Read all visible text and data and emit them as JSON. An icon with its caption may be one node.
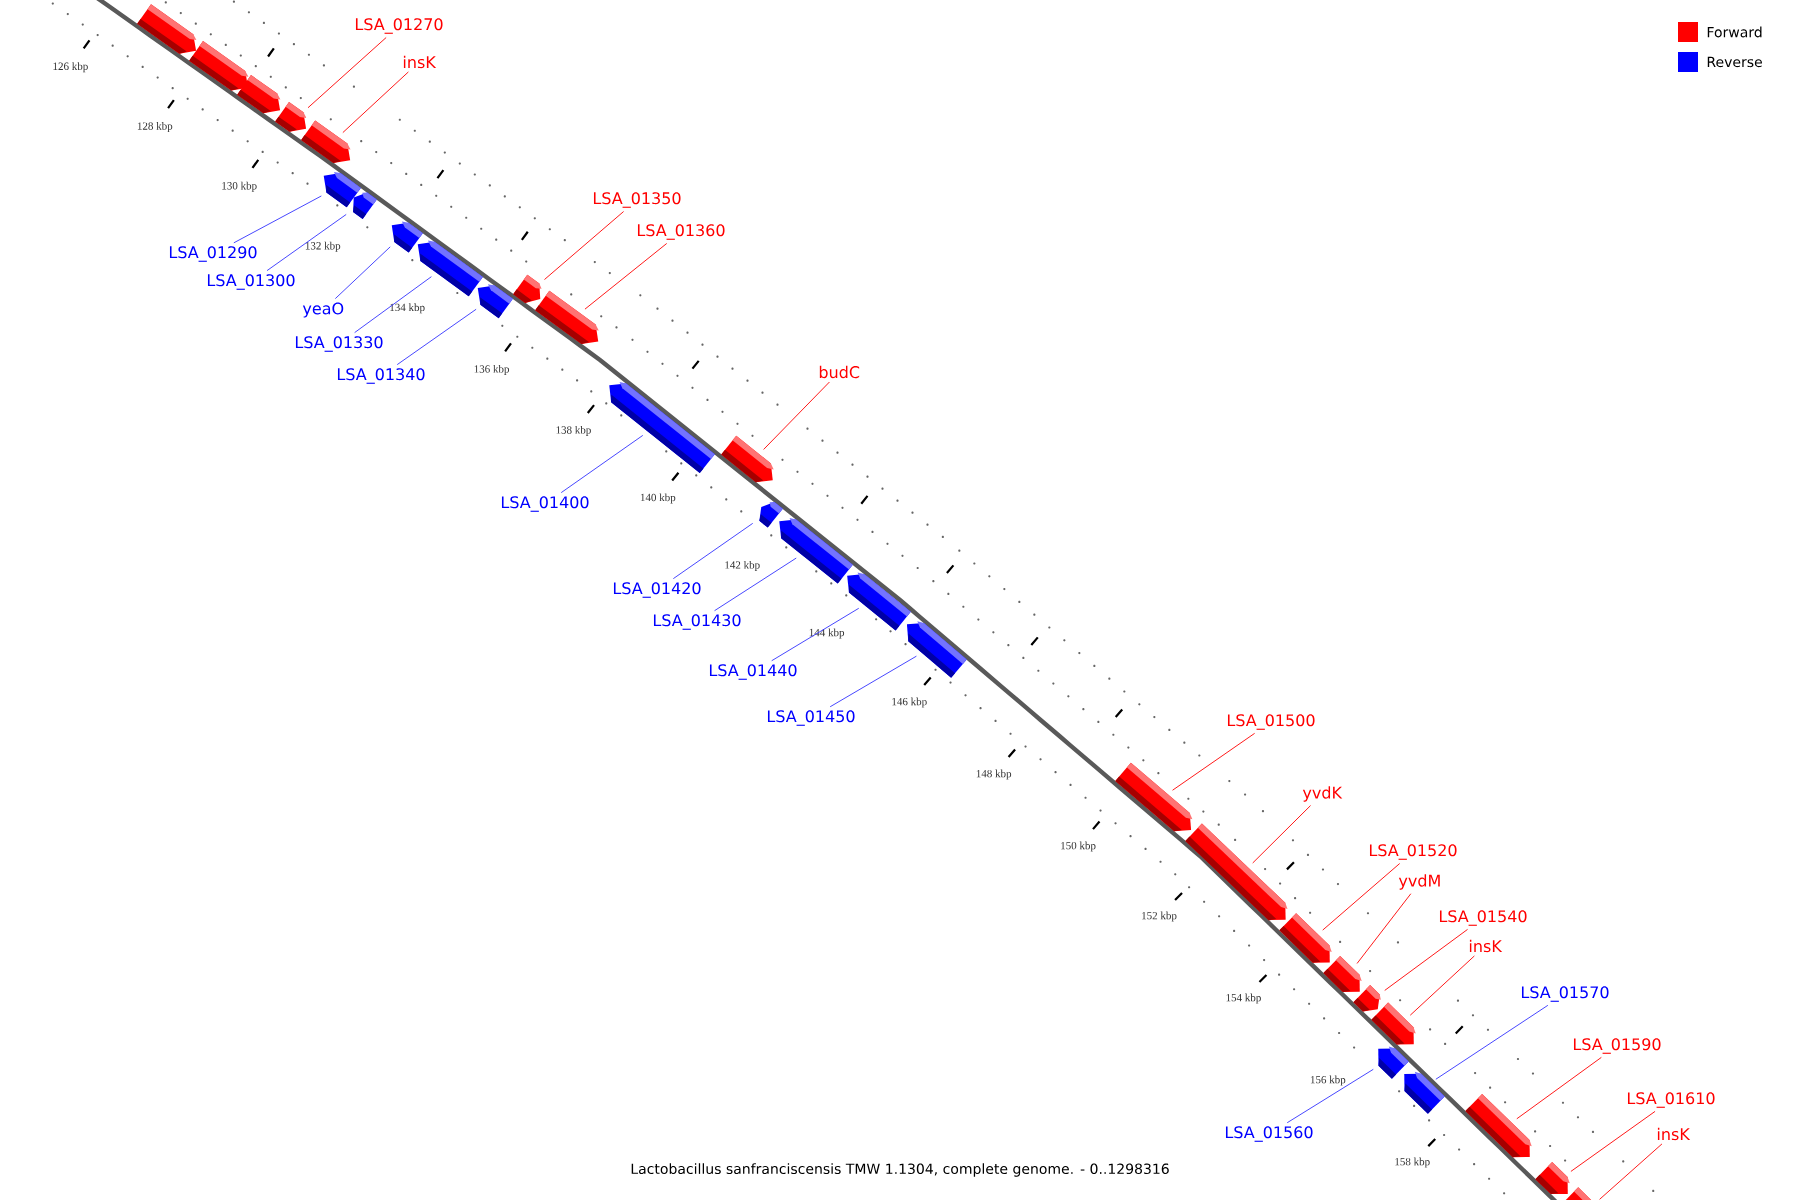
{
  "diagram": {
    "caption": "Lactobacillus sanfranciscensis TMW 1.1304, complete genome. - 0..1298316",
    "nodes": [
      {
        "text": [],
        "shape": "box"
      },
      {
        "text": [],
        "shape": "box"
      },
      {
        "text": [],
        "shape": "box"
      },
      {
        "text": [],
        "shape": "box"
      },
      {
        "text": [],
        "shape": "box"
      },
      {
        "text": [],
        "shape": "box"
      },
      {
        "text": [],
        "shape": "box"
      },
      {
        "text": [],
        "shape": "box"
      },
      {
        "text": [],
        "shape": "box"
      },
      {
        "text": [],
        "shape": "box"
      },
      {
        "text": [],
        "shape": "box"
      },
      {
        "text": [],
        "shape": "box"
      },
      {
        "text": [],
        "shape": "box"
      },
      {
        "text": [],
        "shape": "box"
      },
      {
        "text": [],
        "shape": "box"
      },
      {
        "text": [],
        "shape": "box"
      },
      {
        "text": [],
        "shape": "box"
      },
      {
        "text": [],
        "shape": "box"
      },
      {
        "text": [],
        "shape": "box"
      },
      {
        "text": [],
        "shape": "box"
      },
      {
        "text": [],
        "shape": "box"
      },
      {
        "text": [],
        "shape": "box"
      },
      {
        "text": [],
        "shape": "box"
      },
      {
        "text": [],
        "shape": "box"
      },
      {
        "text": [],
        "shape": "box"
      },
      {
        "text": [],
        "shape": "box"
      },
      {
        "text": [],
        "shape": "box"
      },
      {
        "text": [],
        "shape": "box"
      },
      {
        "text": [],
        "shape": "box"
      },
      {
        "text": [
          "LSA_01270"
        ]
      },
      {
        "text": [
          "insK"
        ]
      },
      {
        "text": [
          "LSA_01290"
        ]
      },
      {
        "text": [
          "LSA_01300"
        ]
      },
      {
        "text": [
          "yeaO"
        ]
      },
      {
        "text": [
          "LSA_01330"
        ]
      },
      {
        "text": [
          "LSA_01340"
        ]
      },
      {
        "text": [
          "LSA_01350"
        ]
      },
      {
        "text": [
          "LSA_01360"
        ]
      },
      {
        "text": [
          "budC"
        ]
      },
      {
        "text": [
          "LSA_01400"
        ]
      },
      {
        "text": [
          "LSA_01420"
        ]
      },
      {
        "text": [
          "LSA_01430"
        ]
      },
      {
        "text": [
          "LSA_01440"
        ]
      },
      {
        "text": [
          "LSA_01450"
        ]
      },
      {
        "text": [
          "LSA_01500"
        ]
      },
      {
        "text": [
          "yvdK"
        ]
      },
      {
        "text": [
          "LSA_01520"
        ]
      },
      {
        "text": [
          "yvdM"
        ]
      },
      {
        "text": [
          "LSA_01540"
        ]
      },
      {
        "text": [
          "insK"
        ]
      },
      {
        "text": [
          "LSA_01570"
        ]
      },
      {
        "text": [
          "LSA_01590"
        ]
      },
      {
        "text": [
          "LSA_01560"
        ]
      },
      {
        "text": [
          "LSA_01610"
        ]
      },
      {
        "text": [
          "insK"
        ]
      }
    ],
    "edges": [
      {
        "from": 29,
        "to": 3,
        "arrow": "none"
      },
      {
        "from": 30,
        "to": 4,
        "arrow": "none"
      },
      {
        "from": 31,
        "to": 5,
        "arrow": "none",
        "color": "#3333ff"
      },
      {
        "from": 32,
        "to": 6,
        "arrow": "none",
        "color": "#3333ff"
      },
      {
        "from": 33,
        "to": 7,
        "arrow": "none",
        "color": "#3333ff"
      },
      {
        "from": 34,
        "to": 8,
        "arrow": "none",
        "color": "#3333ff"
      },
      {
        "from": 35,
        "to": 9,
        "arrow": "none",
        "color": "#3333ff"
      },
      {
        "from": 36,
        "to": 10,
        "arrow": "none"
      },
      {
        "from": 37,
        "to": 11,
        "arrow": "none"
      },
      {
        "from": 38,
        "to": 13,
        "arrow": "none"
      },
      {
        "from": 39,
        "to": 12,
        "arrow": "none",
        "color": "#3333ff"
      },
      {
        "from": 40,
        "to": 14,
        "arrow": "none",
        "color": "#3333ff"
      },
      {
        "from": 41,
        "to": 15,
        "arrow": "none",
        "color": "#3333ff"
      },
      {
        "from": 42,
        "to": 16,
        "arrow": "none",
        "color": "#3333ff"
      },
      {
        "from": 43,
        "to": 17,
        "arrow": "none",
        "color": "#3333ff"
      },
      {
        "from": 44,
        "to": 18,
        "arrow": "none"
      },
      {
        "from": 45,
        "to": 19,
        "arrow": "none"
      },
      {
        "from": 46,
        "to": 20,
        "arrow": "none"
      },
      {
        "from": 47,
        "to": 21,
        "arrow": "none"
      },
      {
        "from": 48,
        "to": 22,
        "arrow": "none"
      },
      {
        "from": 49,
        "to": 23,
        "arrow": "none"
      },
      {
        "from": 50,
        "to": 25,
        "arrow": "none",
        "color": "#3333ff"
      },
      {
        "from": 51,
        "to": 26,
        "arrow": "none"
      },
      {
        "from": 52,
        "to": 24,
        "arrow": "none",
        "color": "#3333ff"
      },
      {
        "from": 53,
        "to": 27,
        "arrow": "none"
      },
      {
        "from": 54,
        "to": 28,
        "arrow": "none"
      }
    ],
    "labels": [
      "126 kbp",
      "128 kbp",
      "130 kbp",
      "132 kbp",
      "134 kbp",
      "136 kbp",
      "138 kbp",
      "140 kbp",
      "142 kbp",
      "144 kbp",
      "146 kbp",
      "148 kbp",
      "150 kbp",
      "152 kbp",
      "154 kbp",
      "156 kbp",
      "158 kbp"
    ],
    "legend": [
      {
        "text": "Forward",
        "color": "#ff0000"
      },
      {
        "text": "Reverse",
        "color": "#0000ff"
      }
    ]
  }
}
